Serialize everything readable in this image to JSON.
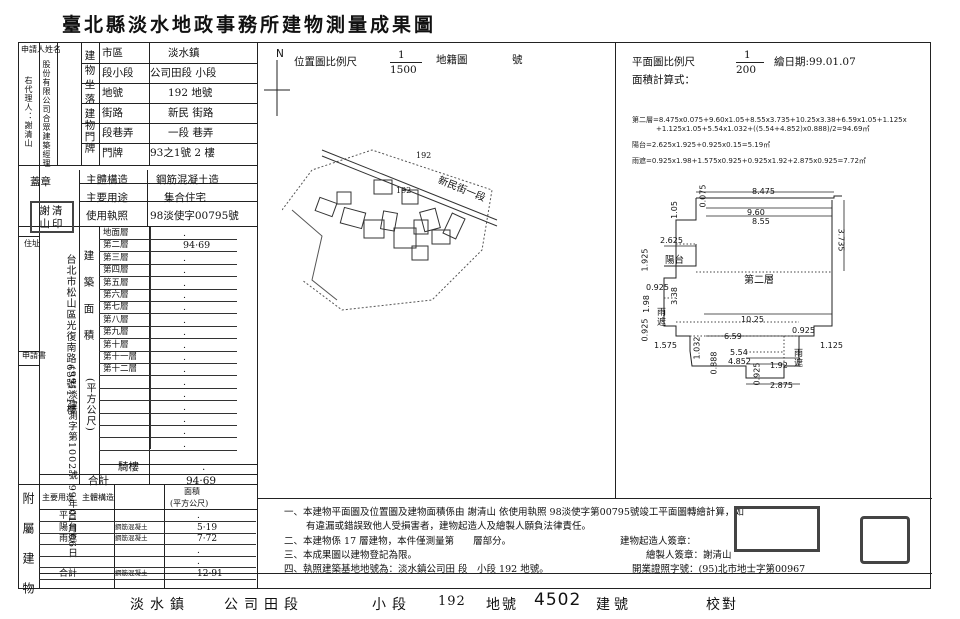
{
  "title": "臺北縣淡水地政事務所建物測量成果圖",
  "left": {
    "applicant_label": "申請人姓名",
    "applicant_name": "股份有限公司合眾建築經理",
    "rep_label": "右代理人：謝清山",
    "location_label": "建物坐落",
    "district_label": "市區",
    "district_value": "淡水鎮",
    "section_label": "段小段",
    "section_value": "公司田段 小段",
    "lot_label": "地號",
    "lot_value": "192 地號",
    "street_label": "街路",
    "street_value": "新民 街路",
    "lane_label": "段巷弄",
    "lane_value": "一段 巷弄",
    "doorplate_label": "建物門牌",
    "door_label": "門牌",
    "door_value": "93之1號 2 樓",
    "seal_label": "蓋章",
    "structure_label": "主體構造",
    "structure_value": "鋼筋混凝土造",
    "use_label": "主要用途",
    "use_value": "集合住宅",
    "permit_label": "使用執照",
    "permit_value": "98淡使字00795號",
    "seal_name": "謝清山印",
    "address_label": "住址",
    "address_value": "台北市松山區光復南路65號11樓",
    "area_label": "建築面積",
    "unit_label": "(平方公尺)",
    "floors": [
      {
        "name": "地面層",
        "value": "."
      },
      {
        "name": "第二層",
        "value": "94·69"
      },
      {
        "name": "第三層",
        "value": "."
      },
      {
        "name": "第四層",
        "value": "."
      },
      {
        "name": "第五層",
        "value": "."
      },
      {
        "name": "第六層",
        "value": "."
      },
      {
        "name": "第七層",
        "value": "."
      },
      {
        "name": "第八層",
        "value": "."
      },
      {
        "name": "第九層",
        "value": "."
      },
      {
        "name": "第十層",
        "value": "."
      },
      {
        "name": "第十一層",
        "value": "."
      },
      {
        "name": "第十二層",
        "value": "."
      },
      {
        "name": "",
        "value": "."
      },
      {
        "name": "",
        "value": "."
      },
      {
        "name": "",
        "value": "."
      },
      {
        "name": "",
        "value": "."
      },
      {
        "name": "",
        "value": "."
      },
      {
        "name": "",
        "value": "."
      }
    ],
    "apply_label": "申請書",
    "apply_value": "(99)淡建測字第1002號 99年01月06日",
    "arcade_label": "騎樓",
    "arcade_value": ".",
    "total_label": "合計",
    "total_value": "94·69",
    "attach_label": "附屬建物",
    "attach_use_label": "主要用途",
    "attach_struct_label": "主體構造",
    "attach_area_label": "面積",
    "attach_area_unit": "(平方公尺)",
    "attach_rows": [
      {
        "use": "平台",
        "struct": "",
        "area": "."
      },
      {
        "use": "陽台",
        "struct": "鋼筋混凝土",
        "area": "5·19"
      },
      {
        "use": "雨遮",
        "struct": "鋼筋混凝土",
        "area": "7·72"
      },
      {
        "use": "",
        "struct": "",
        "area": "."
      },
      {
        "use": "",
        "struct": "",
        "area": "."
      },
      {
        "use": "合計",
        "struct": "鋼筋混凝土",
        "area": "12·91"
      }
    ]
  },
  "right": {
    "north": "N",
    "loc_scale_label": "位置圖比例尺",
    "loc_scale_num": "1",
    "loc_scale_den": "1500",
    "cadastral_label": "地籍圖",
    "cadastral_no": "號",
    "plan_scale_label": "平面圖比例尺",
    "plan_scale_num": "1",
    "plan_scale_den": "200",
    "draw_date": "繪日期:99.01.07",
    "area_calc": "面積計算式：",
    "f1": "第二層=8.475x0.075+9.60x1.05+8.55x3.735+10.25x3.38+6.59x1.05+1.125x1.05+5.54x1.032+((5.54+4.852)x0.888)/2=94.69㎡",
    "f1b": "+1.125x1.05+5.54x1.032+((5.54+4.852)x0.888)/2=94.69㎡",
    "f2": "陽台=2.625x1.925+0.925x0.15=5.19㎡",
    "f3": "雨遮=0.925x1.98+1.575x0.925+0.925x1.92+2.875x0.925=7.72㎡",
    "road_label": "新民街一段",
    "lot_192": "192",
    "floor_label": "第二層",
    "balcony_label": "陽台",
    "rain_label": "雨遮",
    "dims": {
      "d8475": "8.475",
      "d960": "9.60",
      "d855": "8.55",
      "d2625": "2.625",
      "d3735": "3.735",
      "d1025": "10.25",
      "d659": "6.59",
      "d554": "5.54",
      "d4852": "4.852",
      "d1575": "1.575",
      "d1125": "1.125",
      "d2875": "2.875",
      "d0925": "0.925",
      "d105": "1.05",
      "d0075": "0.075",
      "d1925": "1.925",
      "d338": "3.38",
      "d198": "1.98",
      "d192": "1.92",
      "d1032": "1.032",
      "d0888": "0.888"
    },
    "notes": [
      "一、本建物平面圖及位置圖及建物面積係由 謝清山 依使用執照 98淡使字第00795號竣工平面圖轉繪計算，如",
      "有違漏或錯誤致他人受損害者，建物起造人及繪製人願負法律責任。",
      "二、本建物係 17 層建物，本件僅測量第　　層部分。",
      "三、本成果圖以建物登記為限。",
      "四、執照建築基地地號為：淡水鎮公司田 段　小段 192 地號。"
    ],
    "owner_seal": "建物起造人簽章：",
    "drafter": "繪製人簽章：謝清山",
    "license": "開業證照字號：(95)北市地士字第00967",
    "bottom_town": "淡水鎮",
    "bottom_section": "公司田段",
    "bottom_sub": "小段",
    "bottom_lot": "192",
    "bottom_lotno_label": "地號",
    "bottom_lotno": "4502",
    "bottom_build_label": "建號",
    "bottom_checker": "校對"
  }
}
